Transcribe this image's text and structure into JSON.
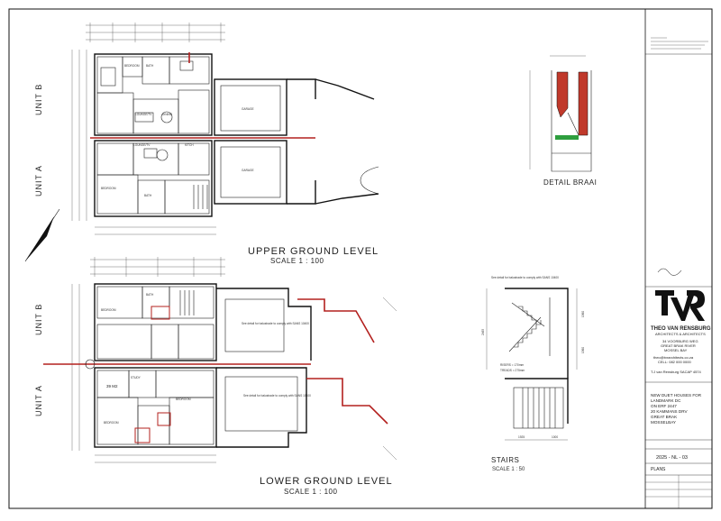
{
  "upper_plan": {
    "title": "UPPER GROUND LEVEL",
    "scale": "SCALE 1 : 100"
  },
  "lower_plan": {
    "title": "LOWER GROUND LEVEL",
    "scale": "SCALE 1 : 100"
  },
  "units": {
    "unit_a": "UNIT A",
    "unit_b": "UNIT B"
  },
  "detail": {
    "title": "DETAIL BRAAI"
  },
  "stairs": {
    "title": "STAIRS",
    "scale": "SCALE 1 : 50",
    "risers": "RISERS = 170mm",
    "treads": "TREADS = 275mm",
    "dims": [
      "1925",
      "1000",
      "2465",
      "1360",
      "1360"
    ]
  },
  "rooms": {
    "lounge_tv": "LOUNGE/TV",
    "dining": "DINING",
    "garage": "GARAGE",
    "bedroom": "BEDROOM",
    "bath": "BATH",
    "kitchen": "KITCH",
    "study": "STUDY",
    "area": "39 M2"
  },
  "notes": {
    "balustrade": "See detail for balustrade to comply with SANS 10400"
  },
  "title_block": {
    "logo": "TVR",
    "firm": "THEO VAN RENSBURG",
    "firm_sub": "ARCHITECTS & ARCHITECTS",
    "contact": [
      "34 VOORBURG WEG",
      "GREAT BRAK RIVER",
      "MOSSEL BAY",
      "theo@tvrarchitects.co.za",
      "CELL: 082 000 0000"
    ],
    "signatory": "T.J van Rensburg   SACAP 4574",
    "project": [
      "NEW DUET HOUSES FOR",
      "LANDMARK DC",
      "ON ERF 2447",
      "20 KAMMANS DRV",
      "GREAT BRAK",
      "MOSSELBAY"
    ],
    "drawing_no": "2025 - NL - 03",
    "sheet_title": "PLANS"
  },
  "colors": {
    "section_line": "#b3201e",
    "brick": "#c0392b",
    "green": "#2e9e3e"
  }
}
